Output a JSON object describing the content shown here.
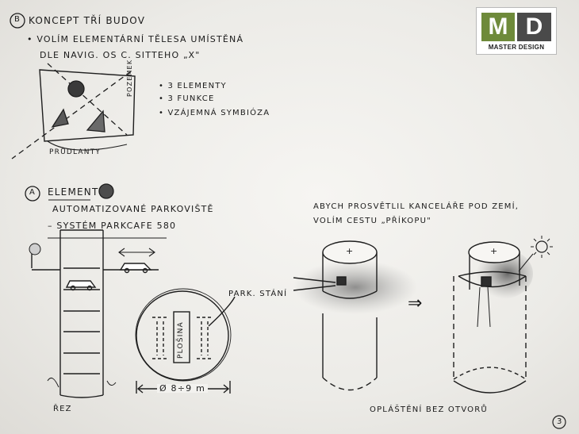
{
  "logo": {
    "letter_m": "M",
    "letter_d": "D",
    "caption": "MASTER DESIGN",
    "color_m": "#6e8a3a",
    "color_d": "#4a4a4a"
  },
  "section_b": {
    "number": "B",
    "title": "KONCEPT TŘÍ BUDOV",
    "bullet": "• VOLÍM ELEMENTÁRNÍ TĚLESA UMÍSTĚNÁ",
    "bullet_line2": "DLE NAVIG. OS C. SITTEHO „X\"",
    "label_pozemek": "POZEMEK",
    "label_prudlanty": "PRŮDLANTY",
    "list": [
      "• 3 ELEMENTY",
      "• 3 FUNKCE",
      "• VZÁJEMNÁ SYMBIÓZA"
    ]
  },
  "section_a": {
    "number": "A",
    "title": "ELEMENT",
    "line1": "AUTOMATIZOVANÉ PARKOVIŠTĚ",
    "line2": "– SYSTÉM PARKCAFE 580",
    "label_rez": "ŘEZ",
    "label_park": "PARK. STÁNÍ",
    "label_plosina": "PLOŠINA",
    "label_dim": "Ø 8÷9 m"
  },
  "section_light": {
    "note_line1": "ABYCH PROSVĚTLIL KANCELÁŘE POD ZEMÍ,",
    "note_line2": "VOLÍM CESTU „PŘÍKOPU\"",
    "arrow": "⇒",
    "plus_left": "+",
    "plus_right": "+",
    "caption": "OPLÁŠTĚNÍ BEZ OTVORŮ"
  },
  "page_number": "3"
}
